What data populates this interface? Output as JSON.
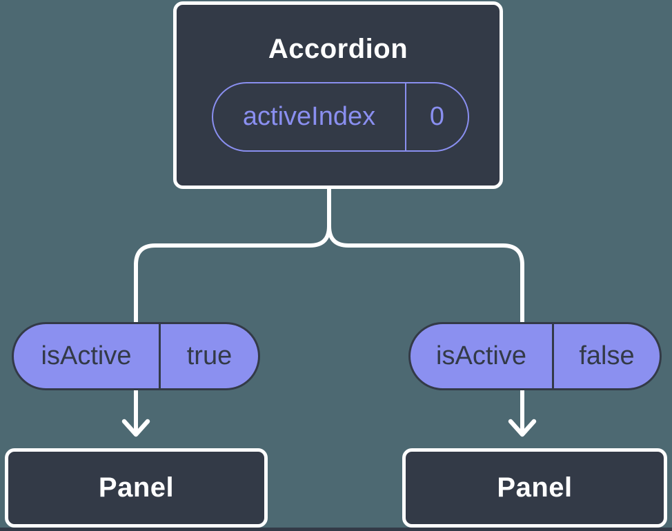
{
  "diagram": {
    "description": "Component tree diagram showing state lifted to a parent Accordion component and passed down as props to two Panel children",
    "colors": {
      "background": "#4D6972",
      "node_fill": "#333A47",
      "node_border": "#FFFFFF",
      "accent_purple": "#8A8FF0",
      "prop_pill_fill": "#8B90F0",
      "pill_dark_text": "#333A47",
      "connector": "#FFFFFF",
      "title_text": "#FFFFFF"
    },
    "icons": {
      "down_arrow": "chevron-down-arrowhead"
    },
    "root_node": {
      "title": "Accordion",
      "prop": {
        "name": "activeIndex",
        "value": "0"
      }
    },
    "branches": [
      {
        "prop": {
          "name": "isActive",
          "value": "true"
        },
        "child": {
          "title": "Panel"
        }
      },
      {
        "prop": {
          "name": "isActive",
          "value": "false"
        },
        "child": {
          "title": "Panel"
        }
      }
    ]
  }
}
